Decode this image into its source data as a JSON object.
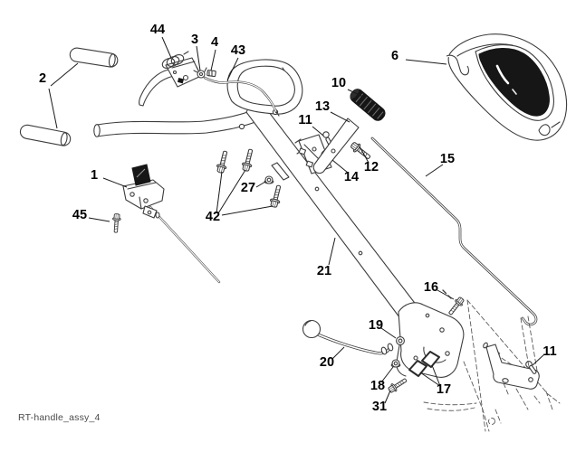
{
  "figure": {
    "footer_label": "RT-handle_assy_4"
  },
  "colors": {
    "line": "#3d3d3d",
    "label_text": "#000000",
    "dark_fill": "#161616",
    "background": "#ffffff"
  },
  "callouts": [
    {
      "label": "2"
    },
    {
      "label": "44"
    },
    {
      "label": "3"
    },
    {
      "label": "4"
    },
    {
      "label": "43"
    },
    {
      "label": "6"
    },
    {
      "label": "10"
    },
    {
      "label": "13"
    },
    {
      "label": "11"
    },
    {
      "label": "12"
    },
    {
      "label": "14"
    },
    {
      "label": "15"
    },
    {
      "label": "1"
    },
    {
      "label": "27"
    },
    {
      "label": "45"
    },
    {
      "label": "42"
    },
    {
      "label": "21"
    },
    {
      "label": "16"
    },
    {
      "label": "19"
    },
    {
      "label": "11"
    },
    {
      "label": "20"
    },
    {
      "label": "18"
    },
    {
      "label": "17"
    },
    {
      "label": "31"
    }
  ]
}
